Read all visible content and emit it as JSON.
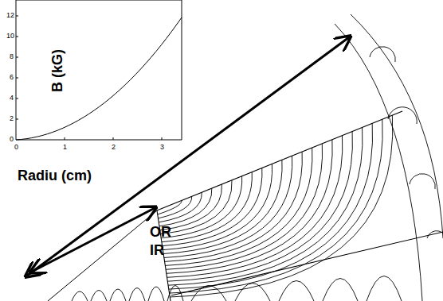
{
  "diagram": {
    "labels": [
      "B (kG)",
      "0",
      "2",
      "4",
      "6",
      "8",
      "10",
      "12",
      "0",
      "1",
      "2",
      "3",
      "Radiu (cm)",
      "OR",
      "IR"
    ]
  }
}
